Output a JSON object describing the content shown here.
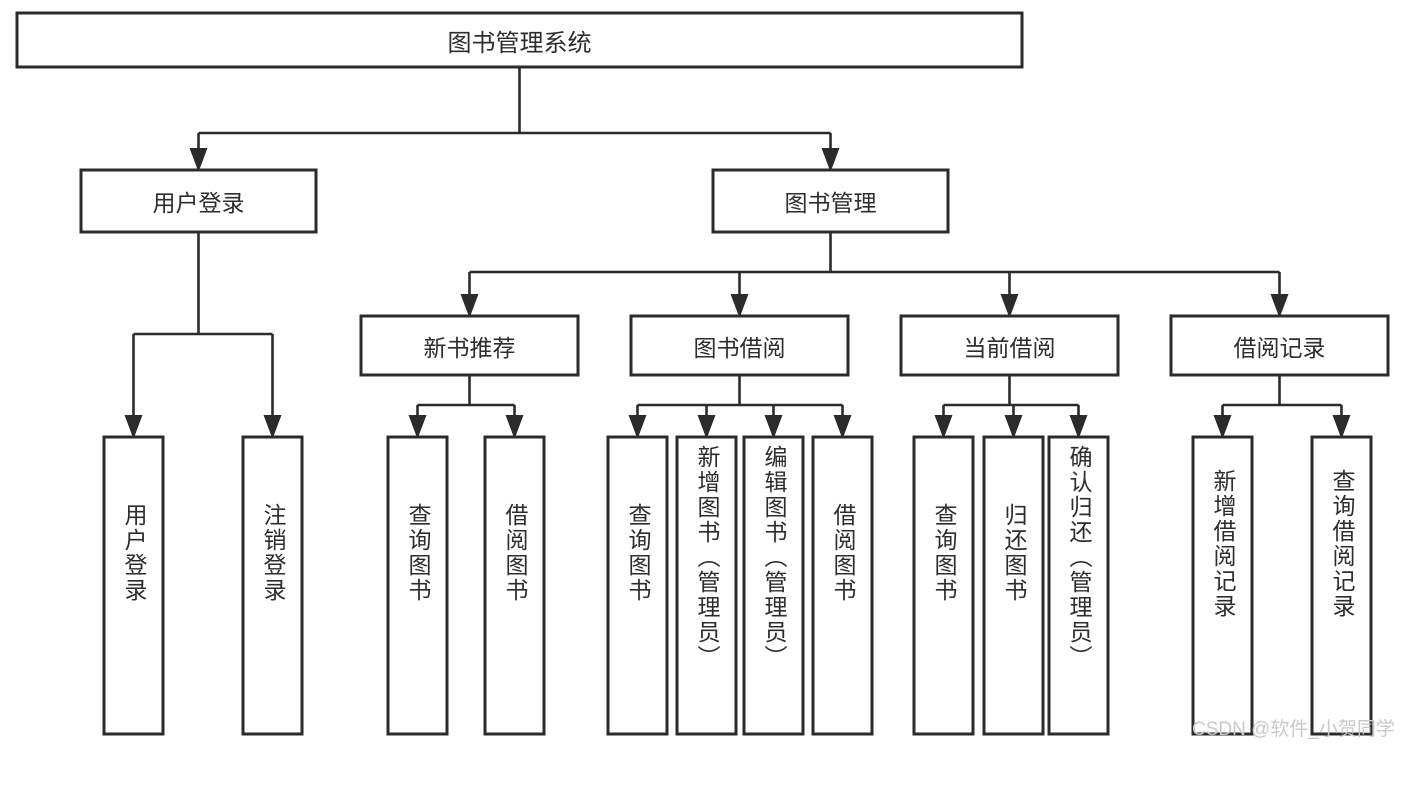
{
  "diagram": {
    "type": "tree-hierarchy-flowchart",
    "title": "图书管理系统",
    "watermark": "CSDN @软件_小贺同学",
    "colors": {
      "box_stroke": "#2b2b2b",
      "box_fill": "#ffffff",
      "connector": "#2b2b2b",
      "text": "#2d2d2d",
      "watermark": "#c9c9c9",
      "background": "#ffffff"
    },
    "levels": {
      "root": {
        "label": "图书管理系统",
        "orientation": "horizontal"
      },
      "level2": [
        {
          "id": "user-login",
          "label": "用户登录",
          "orientation": "horizontal"
        },
        {
          "id": "book-management",
          "label": "图书管理",
          "orientation": "horizontal"
        }
      ],
      "level3": [
        {
          "id": "new-book-recommend",
          "label": "新书推荐",
          "orientation": "horizontal",
          "parent": "book-management"
        },
        {
          "id": "book-borrow",
          "label": "图书借阅",
          "orientation": "horizontal",
          "parent": "book-management"
        },
        {
          "id": "current-borrow",
          "label": "当前借阅",
          "orientation": "horizontal",
          "parent": "book-management"
        },
        {
          "id": "borrow-record",
          "label": "借阅记录",
          "orientation": "horizontal",
          "parent": "book-management"
        }
      ],
      "leaves": [
        {
          "id": "leaf-user-login",
          "label": "用户登录",
          "orientation": "vertical",
          "parent": "user-login"
        },
        {
          "id": "leaf-logout",
          "label": "注销登录",
          "orientation": "vertical",
          "parent": "user-login"
        },
        {
          "id": "leaf-query-book-1",
          "label": "查询图书",
          "orientation": "vertical",
          "parent": "new-book-recommend"
        },
        {
          "id": "leaf-borrow-book-1",
          "label": "借阅图书",
          "orientation": "vertical",
          "parent": "new-book-recommend"
        },
        {
          "id": "leaf-query-book-2",
          "label": "查询图书",
          "orientation": "vertical",
          "parent": "book-borrow"
        },
        {
          "id": "leaf-add-book",
          "label": "新增图书（管理员）",
          "orientation": "vertical",
          "parent": "book-borrow"
        },
        {
          "id": "leaf-edit-book",
          "label": "编辑图书（管理员）",
          "orientation": "vertical",
          "parent": "book-borrow"
        },
        {
          "id": "leaf-borrow-book-2",
          "label": "借阅图书",
          "orientation": "vertical",
          "parent": "book-borrow"
        },
        {
          "id": "leaf-query-book-3",
          "label": "查询图书",
          "orientation": "vertical",
          "parent": "current-borrow"
        },
        {
          "id": "leaf-return-book",
          "label": "归还图书",
          "orientation": "vertical",
          "parent": "current-borrow"
        },
        {
          "id": "leaf-confirm-return",
          "label": "确认归还（管理员）",
          "orientation": "vertical",
          "parent": "current-borrow"
        },
        {
          "id": "leaf-add-record",
          "label": "新增借阅记录",
          "orientation": "vertical",
          "parent": "borrow-record"
        },
        {
          "id": "leaf-query-record",
          "label": "查询借阅记录",
          "orientation": "vertical",
          "parent": "borrow-record"
        }
      ]
    }
  }
}
